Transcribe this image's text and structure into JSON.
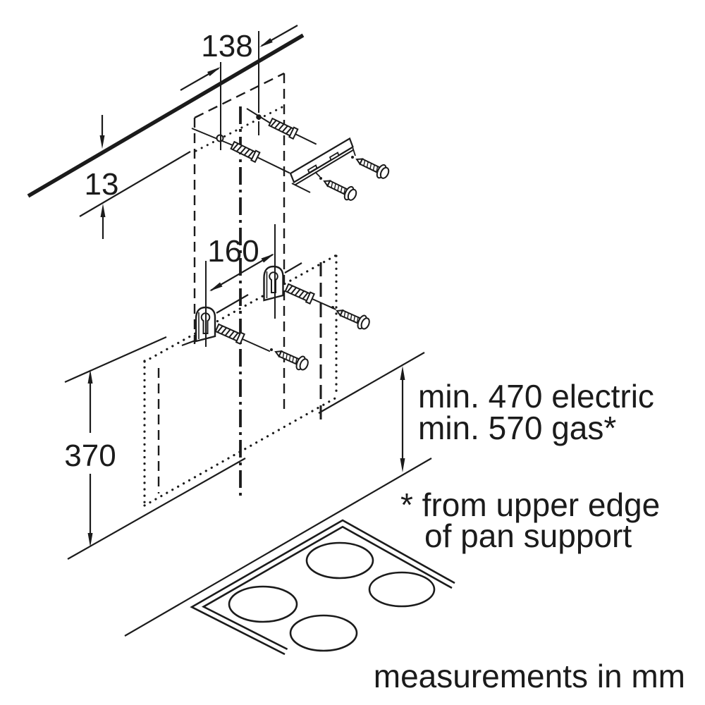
{
  "diagram": {
    "colors": {
      "ink": "#1b1b1b",
      "background": "#ffffff"
    },
    "dimensions": {
      "dim_138": "138",
      "dim_13": "13",
      "dim_160": "160",
      "dim_370": "370"
    },
    "clearance_note": {
      "line1": "min. 470 electric",
      "line2": "min. 570 gas*"
    },
    "footnote": {
      "line1": "* from upper edge",
      "line2": "of pan support"
    },
    "units_note": "measurements in mm"
  }
}
